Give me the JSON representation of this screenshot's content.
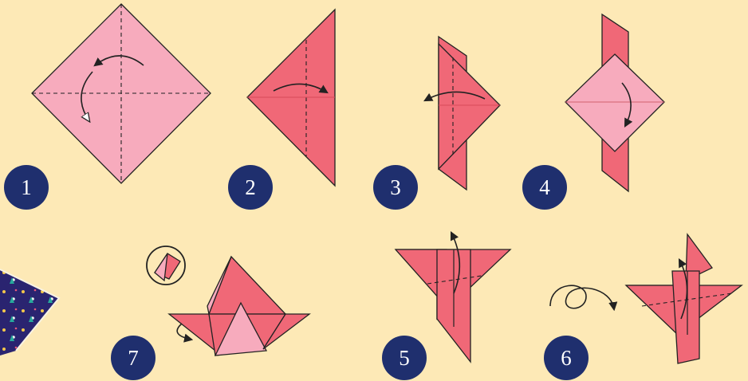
{
  "colors": {
    "background": "#fde9b6",
    "paper_light": "#f7abbd",
    "paper_dark": "#f06877",
    "badge": "#1f2f6e",
    "outline": "#222222"
  },
  "steps": [
    {
      "number": "1"
    },
    {
      "number": "2"
    },
    {
      "number": "3"
    },
    {
      "number": "4"
    },
    {
      "number": "5"
    },
    {
      "number": "6"
    },
    {
      "number": "7"
    }
  ],
  "photo": {
    "icon": "patterned-paper-corner"
  }
}
